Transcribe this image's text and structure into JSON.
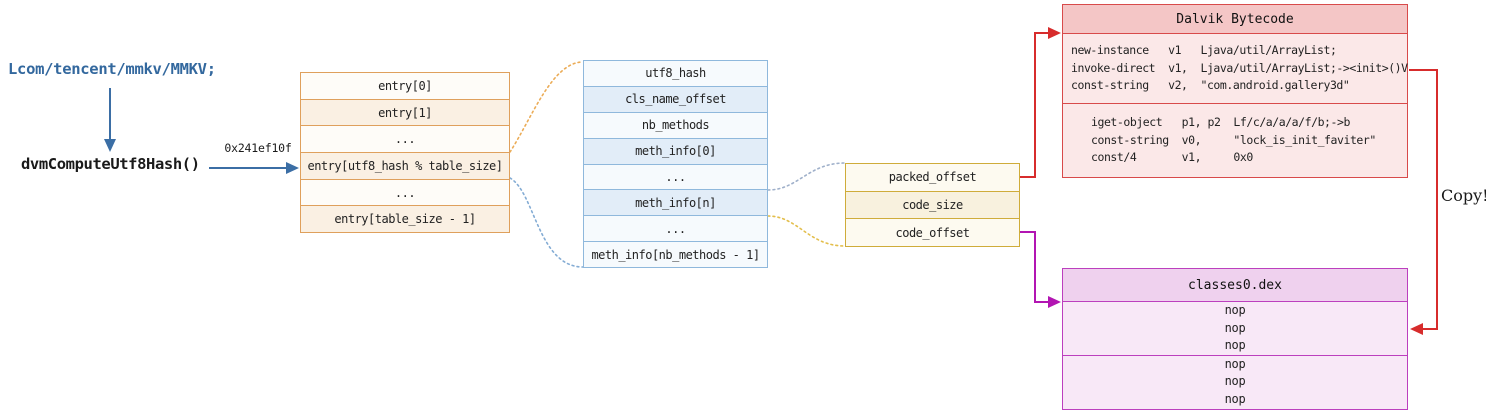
{
  "flow": {
    "class_name": "Lcom/tencent/mmkv/MMKV;",
    "hash_function": "dvmComputeUtf8Hash()",
    "hash_value": "0x241ef10f",
    "copy_label": "Copy!"
  },
  "hash_table": {
    "rows": [
      "entry[0]",
      "entry[1]",
      "...",
      "entry[utf8_hash % table_size]",
      "...",
      "entry[table_size - 1]"
    ]
  },
  "class_entry_struct": {
    "rows": [
      "utf8_hash",
      "cls_name_offset",
      "nb_methods",
      "meth_info[0]",
      "...",
      "meth_info[n]",
      "...",
      "meth_info[nb_methods - 1]"
    ]
  },
  "meth_info_struct": {
    "rows": [
      "packed_offset",
      "code_size",
      "code_offset"
    ]
  },
  "dalvik_box": {
    "title": "Dalvik Bytecode",
    "section1": [
      "new-instance   v1   Ljava/util/ArrayList;",
      "invoke-direct  v1,  Ljava/util/ArrayList;-><init>()V",
      "const-string   v2,  \"com.android.gallery3d\""
    ],
    "section2": [
      "iget-object   p1, p2  Lf/c/a/a/a/f/b;->b",
      "const-string  v0,     \"lock_is_init_faviter\"",
      "const/4       v1,     0x0"
    ]
  },
  "dex_box": {
    "title": "classes0.dex",
    "section1": [
      "nop",
      "nop",
      "nop"
    ],
    "section2": [
      "nop",
      "nop",
      "nop"
    ]
  },
  "colors": {
    "steel_blue_arrow": "#3B6EA5",
    "blue_text": "#33689E",
    "orange_border": "#DFA05C",
    "blue_border": "#8FB8DC",
    "gold_border": "#CFAC3A",
    "red_border": "#D84A4A",
    "red_line": "#D72C2C",
    "magenta_border": "#BC3FBE",
    "magenta_line": "#B215B2",
    "dotted_orange": "#EBAC57",
    "dotted_blue": "#84ACD4",
    "dotted_slate": "#9FB0CA",
    "dotted_gold": "#E3BE4B"
  }
}
